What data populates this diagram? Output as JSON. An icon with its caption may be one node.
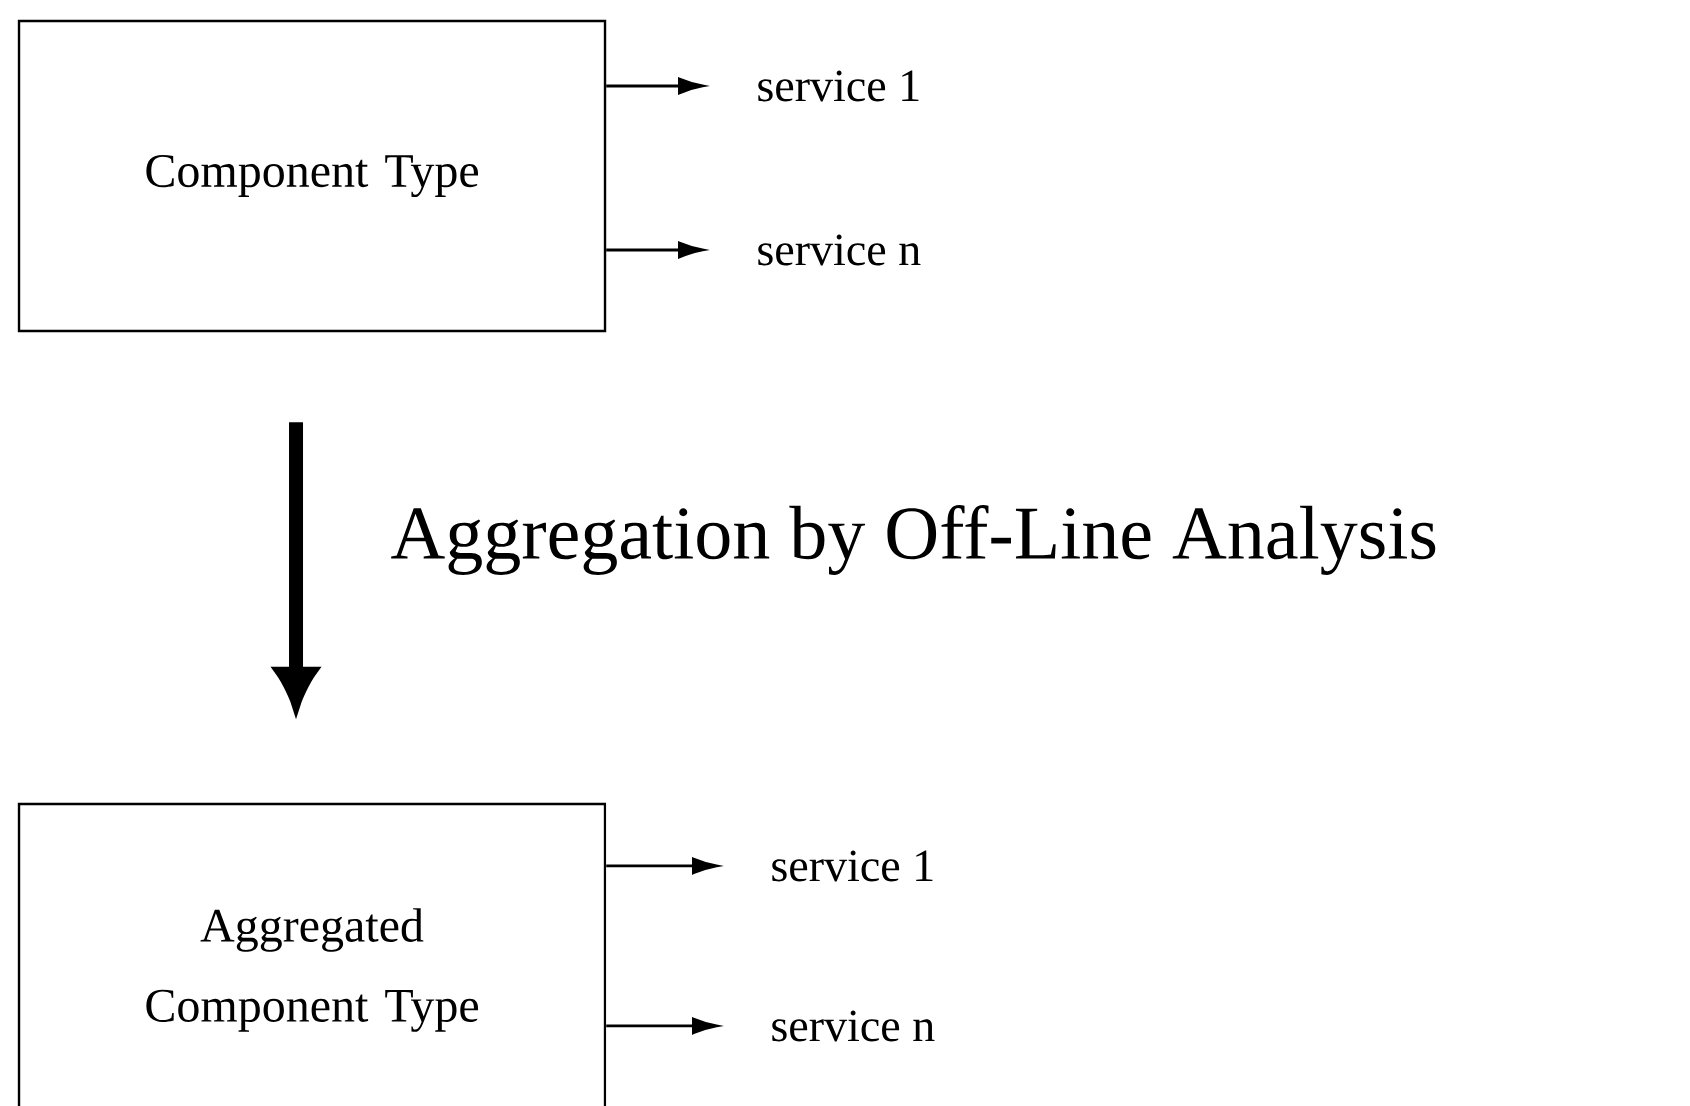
{
  "diagram": {
    "nodes": [
      {
        "text": [
          "Component Type"
        ]
      },
      {
        "text": [
          "service 1"
        ]
      },
      {
        "text": [
          "service n"
        ]
      },
      {
        "text": [
          "Aggregated Component Type"
        ]
      },
      {
        "text": [
          "service 1"
        ]
      },
      {
        "text": [
          "service n"
        ]
      }
    ],
    "edges": [
      {
        "from": 0,
        "to": 1,
        "arrow": "to"
      },
      {
        "from": 0,
        "to": 2,
        "arrow": "to"
      },
      {
        "from": 0,
        "to": 3,
        "arrow": "to",
        "style": "thick",
        "label": "Aggregation by Off-Line Analysis"
      },
      {
        "from": 3,
        "to": 4,
        "arrow": "to"
      },
      {
        "from": 3,
        "to": 5,
        "arrow": "to"
      }
    ]
  }
}
